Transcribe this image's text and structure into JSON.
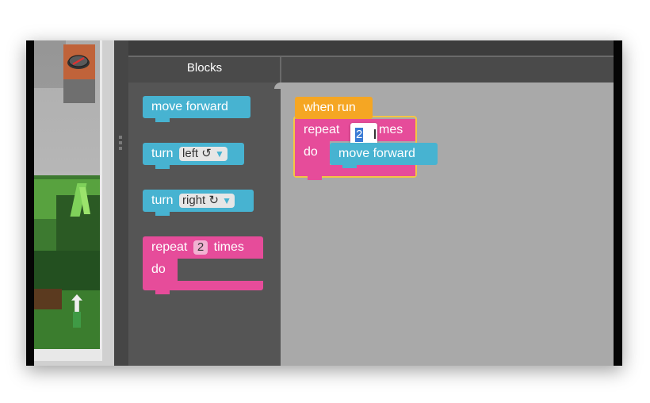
{
  "toolbox": {
    "title": "Blocks",
    "move_forward": "move forward",
    "turn_left": {
      "label": "turn",
      "direction": "left ↺",
      "arrow": "▼"
    },
    "turn_right": {
      "label": "turn",
      "direction": "right ↻",
      "arrow": "▼"
    },
    "repeat": {
      "label": "repeat",
      "count": "2",
      "times": "times",
      "do": "do"
    }
  },
  "workspace": {
    "when_run": "when run",
    "repeat_label": "repeat",
    "repeat_count": "2",
    "repeat_times": "mes",
    "do": "do",
    "move_forward": "move forward"
  },
  "colors": {
    "motion": "#47b3d1",
    "loop": "#e64c9a",
    "event": "#f5a623"
  },
  "icons": [
    "compass-icon",
    "resize-grip-icon",
    "dropdown-arrow-icon",
    "rotate-left-icon",
    "rotate-right-icon",
    "text-cursor-icon"
  ]
}
